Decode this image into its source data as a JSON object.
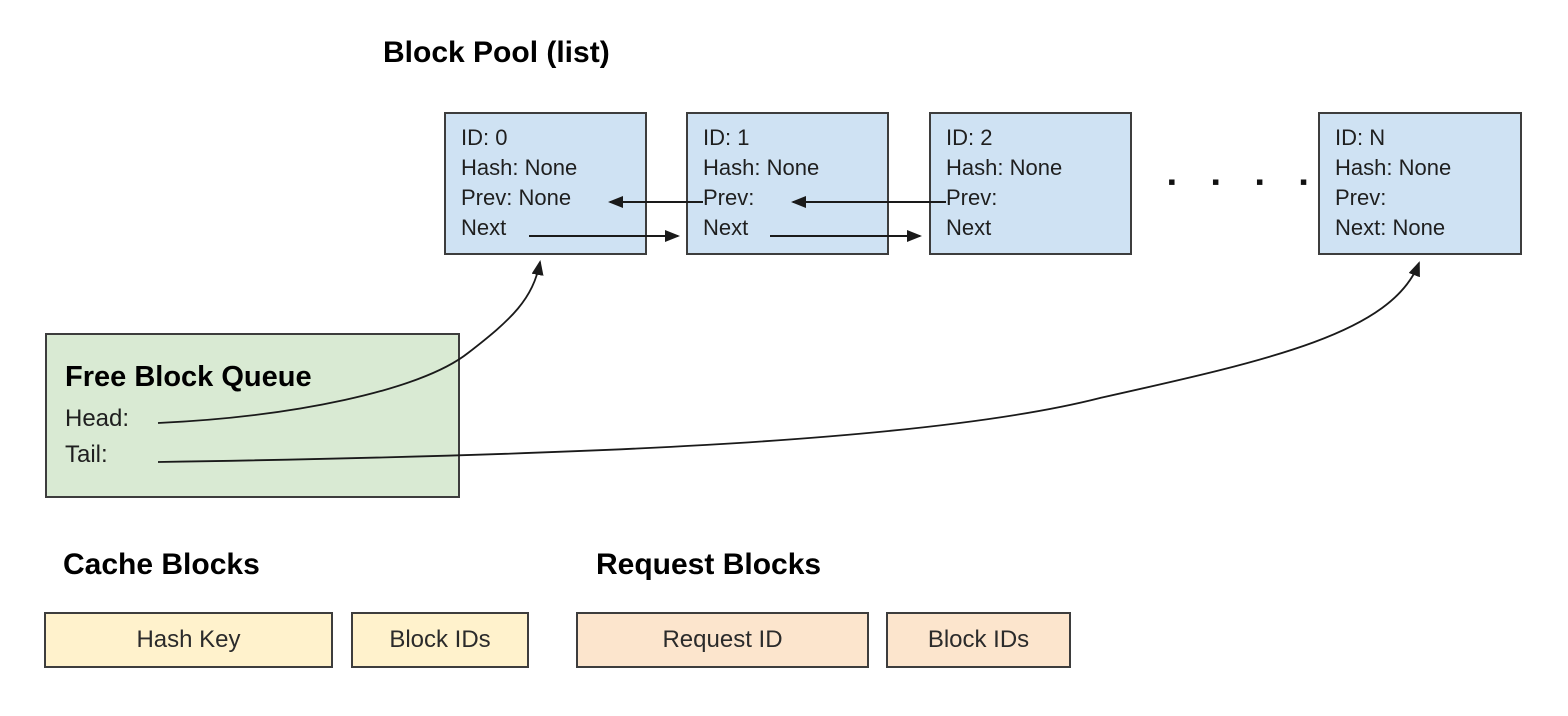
{
  "pool": {
    "title": "Block Pool (list)",
    "blocks": [
      {
        "lines": {
          "id": "ID: 0",
          "hash": "Hash: None",
          "prev": "Prev: None",
          "next": "Next"
        }
      },
      {
        "lines": {
          "id": "ID: 1",
          "hash": "Hash: None",
          "prev": "Prev:",
          "next": "Next"
        }
      },
      {
        "lines": {
          "id": "ID: 2",
          "hash": "Hash: None",
          "prev": "Prev:",
          "next": "Next"
        }
      },
      {
        "lines": {
          "id": "ID: N",
          "hash": "Hash: None",
          "prev": "Prev:",
          "next": "Next: None"
        }
      }
    ],
    "ellipsis": "▪ ▪ ▪ ▪"
  },
  "free_block_queue": {
    "title": "Free Block Queue",
    "head_label": "Head:",
    "tail_label": "Tail:"
  },
  "cache_blocks": {
    "title": "Cache Blocks",
    "boxes": [
      "Hash Key",
      "Block IDs"
    ]
  },
  "request_blocks": {
    "title": "Request Blocks",
    "boxes": [
      "Request ID",
      "Block IDs"
    ]
  },
  "colors": {
    "pool-block-fill": "#cfe2f3",
    "queue-fill": "#d9ead3",
    "cache-fill": "#fff2cc",
    "request-fill": "#fce5cd",
    "border": "#3d3d3d",
    "arrow": "#1a1a1a",
    "text": "#1f1f1f"
  }
}
